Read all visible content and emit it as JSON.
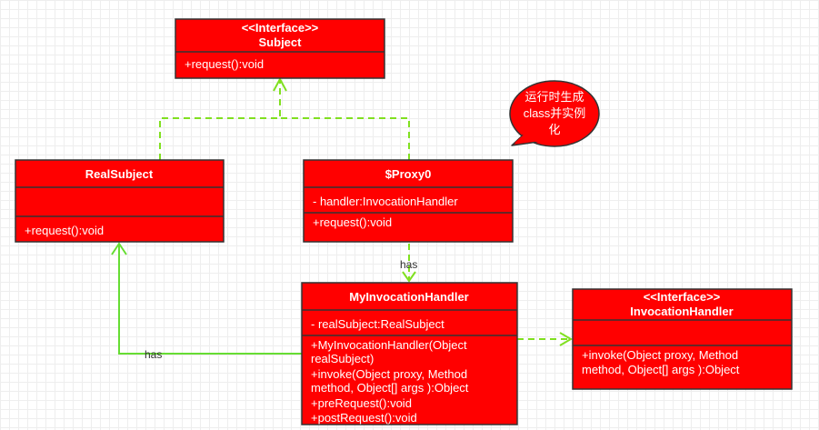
{
  "subject": {
    "stereotype": "<<Interface>>",
    "name": "Subject",
    "methods": [
      "+request():void"
    ]
  },
  "real_subject": {
    "name": "RealSubject",
    "methods": [
      "+request():void"
    ]
  },
  "proxy": {
    "name": "$Proxy0",
    "fields": [
      "- handler:InvocationHandler"
    ],
    "methods": [
      "+request():void"
    ]
  },
  "my_handler": {
    "name": "MyInvocationHandler",
    "fields": [
      "- realSubject:RealSubject"
    ],
    "methods": [
      "+MyInvocationHandler(Object",
      "realSubject)",
      "+invoke(Object proxy, Method",
      "method, Object[] args ):Object",
      "+preRequest():void",
      "+postRequest():void"
    ]
  },
  "invocation_handler": {
    "stereotype": "<<Interface>>",
    "name": "InvocationHandler",
    "methods": [
      "+invoke(Object proxy, Method",
      "method, Object[] args ):Object"
    ]
  },
  "note": {
    "lines": [
      "运行时生成",
      "class并实例",
      "化"
    ]
  },
  "links": {
    "proxy_to_handler": "has",
    "handler_to_real": "has"
  },
  "colors": {
    "box": "#ff0000",
    "connector": "#80e020"
  }
}
